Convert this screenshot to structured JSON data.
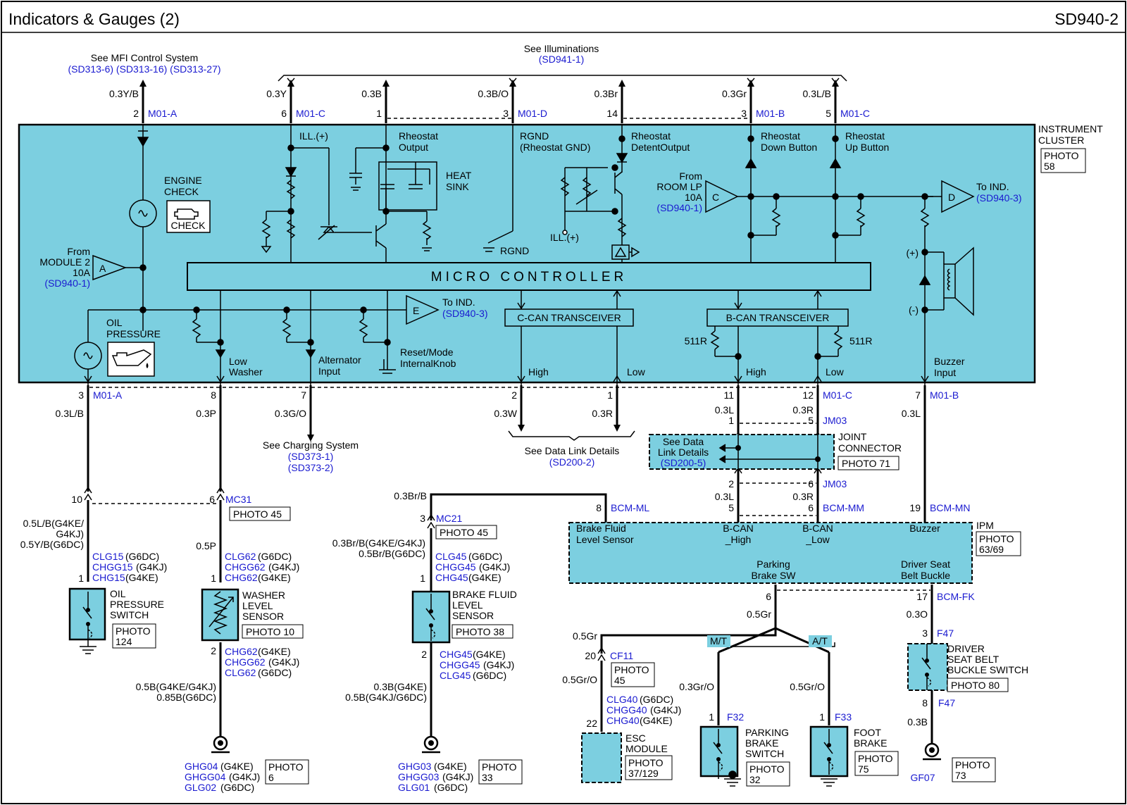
{
  "header": {
    "title": "Indicators & Gauges (2)",
    "code": "SD940-2"
  },
  "colors": {
    "cluster_fill": "#7ccfe0",
    "link_blue": "#1a1ad0",
    "wire": "#000000"
  },
  "top_refs": {
    "mfi_label": "See MFI Control System",
    "mfi_refs": "(SD313-6) (SD313-16) (SD313-27)",
    "illum_label": "See Illuminations",
    "illum_ref": "(SD941-1)"
  },
  "top_pins": [
    {
      "wire": "0.3Y/B",
      "pin": "2",
      "conn": "M01-A"
    },
    {
      "wire": "0.3Y",
      "pin": "6",
      "conn": "M01-C"
    },
    {
      "wire": "0.3B",
      "pin": "1",
      "conn": ""
    },
    {
      "wire": "0.3B/O",
      "pin": "3",
      "conn": "M01-D"
    },
    {
      "wire": "0.3Br",
      "pin": "14",
      "conn": ""
    },
    {
      "wire": "0.3Gr",
      "pin": "3",
      "conn": "M01-B"
    },
    {
      "wire": "0.3L/B",
      "pin": "5",
      "conn": "M01-C"
    }
  ],
  "cluster": {
    "label1": "INSTRUMENT",
    "label2": "CLUSTER",
    "photo": "PHOTO",
    "photo_num": "58",
    "ill_plus": "ILL.(+)",
    "rheo_out1": "Rheostat",
    "rheo_out2": "Output",
    "rgnd1": "RGND",
    "rgnd2": "(Rheostat GND)",
    "rgnd_small": "RGND",
    "detent1": "Rheostat",
    "detent2": "DetentOutput",
    "down1": "Rheostat",
    "down2": "Down Button",
    "up1": "Rheostat",
    "up2": "Up Button",
    "heat1": "HEAT",
    "heat2": "SINK",
    "engine1": "ENGINE",
    "engine2": "CHECK",
    "check": "CHECK",
    "from_module1": "From",
    "from_module2": "MODULE 2",
    "from_module3": "10A",
    "from_module_ref": "(SD940-1)",
    "amp_a": "A",
    "amp_c": "C",
    "amp_d": "D",
    "amp_e": "E",
    "from_room1": "From",
    "from_room2": "ROOM LP",
    "from_room3": "10A",
    "from_room_ref": "(SD940-1)",
    "to_ind_d": "To IND.",
    "to_ind_d_ref": "(SD940-3)",
    "to_ind_e": "To IND.",
    "to_ind_e_ref": "(SD940-3)",
    "ill_plus2": "ILL.(+)",
    "micro": "MICRO CONTROLLER",
    "ccan": "C-CAN TRANSCEIVER",
    "bcan": "B-CAN TRANSCEIVER",
    "r511": "511R",
    "oil1": "OIL",
    "oil2": "PRESSURE",
    "low_washer1": "Low",
    "low_washer2": "Washer",
    "alt1": "Alternator",
    "alt2": "Input",
    "reset1": "Reset/Mode",
    "reset2": "InternalKnob",
    "high": "High",
    "low": "Low",
    "buzzer1": "Buzzer",
    "buzzer2": "Input",
    "plus": "(+)",
    "minus": "(-)"
  },
  "bottom_pins": [
    {
      "pin": "3",
      "conn": "M01-A",
      "wire": "0.3L/B"
    },
    {
      "pin": "8",
      "conn": "",
      "wire": "0.3P"
    },
    {
      "pin": "7",
      "conn": "",
      "wire": "0.3G/O"
    },
    {
      "pin": "2",
      "conn": "",
      "wire": "0.3W"
    },
    {
      "pin": "1",
      "conn": "",
      "wire": "0.3R"
    },
    {
      "pin": "11",
      "conn": "",
      "wire": "0.3L"
    },
    {
      "pin": "12",
      "conn": "M01-C",
      "wire": "0.3R"
    },
    {
      "pin": "7",
      "conn": "M01-B",
      "wire": "0.3L"
    }
  ],
  "charging": {
    "label": "See Charging System",
    "ref1": "(SD373-1)",
    "ref2": "(SD373-2)"
  },
  "datalink": {
    "label": "See Data Link Details",
    "ref": "(SD200-2)"
  },
  "joint": {
    "pin1": "1",
    "pin5": "5",
    "conn_top": "JM03",
    "see1": "See Data",
    "see2": "Link Details",
    "see_ref": "(SD200-5)",
    "label1": "JOINT",
    "label2": "CONNECTOR",
    "photo": "PHOTO 71",
    "pin2": "2",
    "pin6": "6",
    "conn_bot": "JM03",
    "wire_l": "0.3L",
    "wire_r": "0.3R"
  },
  "oil_switch": {
    "pin10": "10",
    "wire1": "0.5L/B(G4KE/",
    "wire2": "G4KJ)",
    "wire3": "0.5Y/B(G6DC)",
    "clg": "CLG15",
    "clg_v": "(G6DC)",
    "chgg": "CHGG15",
    "chgg_v": "(G4KJ)",
    "chg": "CHG15",
    "chg_v": "(G4KE)",
    "pin1": "1",
    "name1": "OIL",
    "name2": "PRESSURE",
    "name3": "SWITCH",
    "photo": "PHOTO",
    "photo_num": "124"
  },
  "washer": {
    "pin6": "6",
    "conn": "MC31",
    "photo_conn": "PHOTO 45",
    "wire": "0.5P",
    "clg": "CLG62",
    "clg_v": "(G6DC)",
    "chgg": "CHGG62",
    "chgg_v": "(G4KJ)",
    "chg": "CHG62",
    "chg_v": "(G4KE)",
    "pin1": "1",
    "name1": "WASHER",
    "name2": "LEVEL",
    "name3": "SENSOR",
    "photo": "PHOTO 10",
    "pin2": "2",
    "b_chg": "CHG62",
    "b_chg_v": "(G4KE)",
    "b_chgg": "CHGG62",
    "b_chgg_v": "(G4KJ)",
    "b_clg": "CLG62",
    "b_clg_v": "(G6DC)",
    "gwire1": "0.5B(G4KE/G4KJ)",
    "gwire2": "0.85B(G6DC)",
    "g1": "GHG04",
    "g1v": "(G4KE)",
    "g2": "GHGG04",
    "g2v": "(G4KJ)",
    "g3": "GLG02",
    "g3v": "(G6DC)",
    "gphoto": "PHOTO",
    "gphoto_num": "6"
  },
  "brake_fluid": {
    "top_wire": "0.3Br/B",
    "pin3": "3",
    "conn": "MC21",
    "photo_conn": "PHOTO 45",
    "wire1": "0.3Br/B(G4KE/G4KJ)",
    "wire2": "0.5Br/B(G6DC)",
    "clg": "CLG45",
    "clg_v": "(G6DC)",
    "chgg": "CHGG45",
    "chgg_v": "(G4KJ)",
    "chg": "CHG45",
    "chg_v": "(G4KE)",
    "pin1": "1",
    "name1": "BRAKE FLUID",
    "name2": "LEVEL",
    "name3": "SENSOR",
    "photo": "PHOTO 38",
    "pin2": "2",
    "b_chg": "CHG45",
    "b_chg_v": "(G4KE)",
    "b_chgg": "CHGG45",
    "b_chgg_v": "(G4KJ)",
    "b_clg": "CLG45",
    "b_clg_v": "(G6DC)",
    "gwire1": "0.3B(G4KE)",
    "gwire2": "0.5B(G4KJ/G6DC)",
    "g1": "GHG03",
    "g1v": "(G4KE)",
    "g2": "GHGG03",
    "g2v": "(G4KJ)",
    "g3": "GLG01",
    "g3v": "(G6DC)",
    "gphoto": "PHOTO",
    "gphoto_num": "33"
  },
  "ipm": {
    "pin8": "8",
    "conn_ml": "BCM-ML",
    "pin5": "5",
    "pin6": "6",
    "conn_mm": "BCM-MM",
    "pin19": "19",
    "conn_mn": "BCM-MN",
    "brake1": "Brake Fluid",
    "brake2": "Level Sensor",
    "bh1": "B-CAN",
    "bh2": "_High",
    "bl1": "B-CAN",
    "bl2": "_Low",
    "buzzer": "Buzzer",
    "label": "IPM",
    "photo": "PHOTO",
    "photo_num": "63/69",
    "park1": "Parking",
    "park2": "Brake SW",
    "seat1": "Driver Seat",
    "seat2": "Belt Buckle",
    "pin6b": "6",
    "pin17": "17",
    "conn_fk": "BCM-FK"
  },
  "esc": {
    "wire_gr": "0.5Gr",
    "wire_gr2": "0.5Gr",
    "pin20": "20",
    "conn": "CF11",
    "photo_conn": "PHOTO",
    "photo_conn_num": "45",
    "wire": "0.5Gr/O",
    "clg": "CLG40",
    "clg_v": "(G6DC)",
    "chgg": "CHGG40",
    "chgg_v": "(G4KJ)",
    "chg": "CHG40",
    "chg_v": "(G4KE)",
    "pin22": "22",
    "name1": "ESC",
    "name2": "MODULE",
    "photo": "PHOTO",
    "photo_num": "37/129"
  },
  "parking": {
    "mt": "M/T",
    "at": "A/T",
    "wire_l": "0.3Gr/O",
    "wire_r": "0.5Gr/O",
    "pin1": "1",
    "conn": "F32",
    "name1": "PARKING",
    "name2": "BRAKE",
    "name3": "SWITCH",
    "photo": "PHOTO",
    "photo_num": "32"
  },
  "foot": {
    "pin1": "1",
    "conn": "F33",
    "name1": "FOOT",
    "name2": "BRAKE",
    "photo": "PHOTO",
    "photo_num": "75"
  },
  "seat": {
    "wire": "0.3O",
    "pin3": "3",
    "conn": "F47",
    "name1": "DRIVER",
    "name2": "SEAT BELT",
    "name3": "BUCKLE SWITCH",
    "photo": "PHOTO 80",
    "pin8": "8",
    "conn2": "F47",
    "wire2": "0.3B",
    "gnd": "GF07",
    "gphoto": "PHOTO",
    "gphoto_num": "73"
  }
}
